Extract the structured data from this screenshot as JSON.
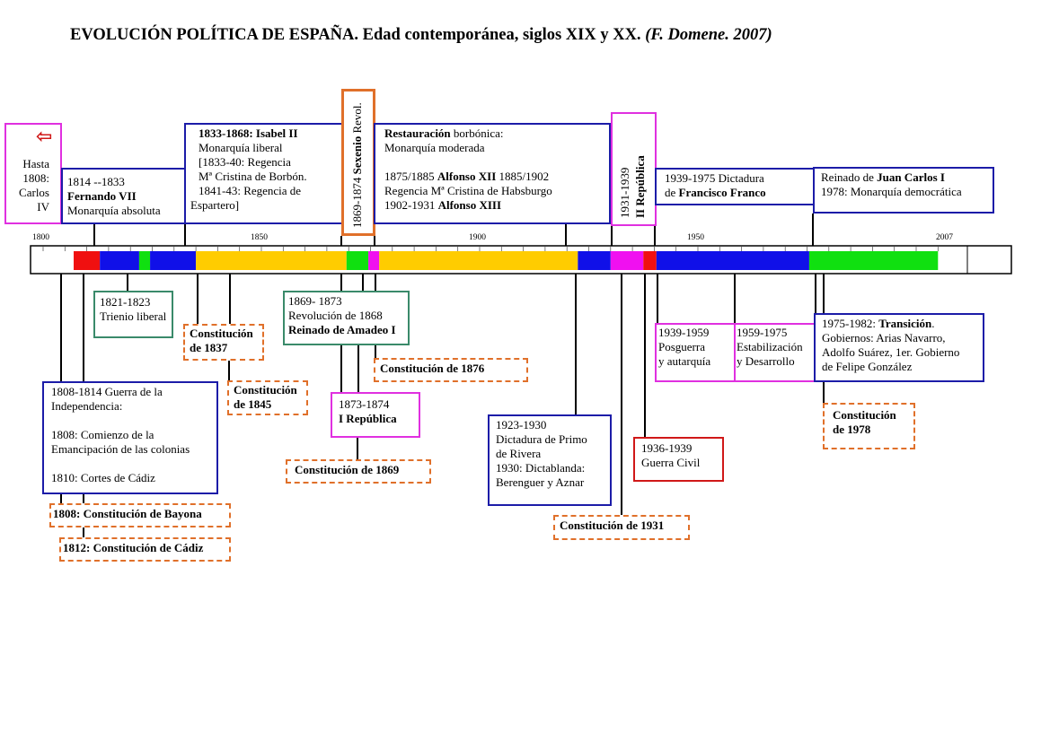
{
  "title": {
    "main": "EVOLUCIÓN POLÍTICA DE ESPAÑA. Edad contemporánea, siglos XIX y XX.",
    "credit": "(F. Domene. 2007)"
  },
  "axis": {
    "ticks": [
      {
        "label": "1800",
        "year": 1800
      },
      {
        "label": "1850",
        "year": 1850
      },
      {
        "label": "1900",
        "year": 1900
      },
      {
        "label": "1950",
        "year": 1950
      },
      {
        "label": "2007",
        "year": 2007
      }
    ]
  },
  "bar_segments": [
    {
      "from": 1807,
      "to": 1813,
      "color": "#f01010"
    },
    {
      "from": 1813,
      "to": 1822,
      "color": "#1010e8"
    },
    {
      "from": 1822,
      "to": 1824.5,
      "color": "#10e010"
    },
    {
      "from": 1824.5,
      "to": 1835,
      "color": "#1010e8"
    },
    {
      "from": 1835,
      "to": 1869.5,
      "color": "#ffcc00"
    },
    {
      "from": 1869.5,
      "to": 1874.5,
      "color": "#10e010"
    },
    {
      "from": 1874.5,
      "to": 1877,
      "color": "#f010f0"
    },
    {
      "from": 1877,
      "to": 1922.5,
      "color": "#ffcc00"
    },
    {
      "from": 1922.5,
      "to": 1930,
      "color": "#1010e8"
    },
    {
      "from": 1930,
      "to": 1937.5,
      "color": "#f010f0"
    },
    {
      "from": 1937.5,
      "to": 1940.5,
      "color": "#f01010"
    },
    {
      "from": 1940.5,
      "to": 1975.5,
      "color": "#1010e8"
    },
    {
      "from": 1975.5,
      "to": 2005,
      "color": "#10e010"
    }
  ],
  "icons": {
    "back_arrow": "⇦"
  },
  "upper": {
    "carlos": [
      "Hasta",
      "1808:",
      "Carlos",
      "IV"
    ],
    "fernando": [
      "1814 --1833",
      "Fernando VII",
      "Monarquía absoluta"
    ],
    "isabel": [
      "1833-1868: Isabel II",
      "Monarquía liberal",
      "[1833-40: Regencia",
      "Mª Cristina de Borbón.",
      "1841-43: Regencia de",
      "Espartero]"
    ],
    "sexenio": {
      "years": "1869-1874",
      "name": "Sexenio",
      "rest": "Revol."
    },
    "restauracion": {
      "l1a": "Restauración",
      "l1b": " borbónica:",
      "l2": " Monarquía moderada",
      "l3a": "1875/1885 ",
      "l3b": "Alfonso XII",
      "l3c": " 1885/1902",
      "l4": "Regencia Mª Cristina de Habsburgo",
      "l5a": "1902-1931 ",
      "l5b": "Alfonso XIII"
    },
    "republica2": {
      "years": "1931-1939",
      "name": "II República"
    },
    "franco": {
      "l1": "1939-1975 Dictadura",
      "l2a": " de ",
      "l2b": "Francisco Franco"
    },
    "juancarlos": {
      "l1a": "Reinado de  ",
      "l1b": "Juan Carlos I",
      "l2": "1978: Monarquía  democrática"
    }
  },
  "lower": {
    "trienio": [
      "1821-1823",
      "Trienio liberal"
    ],
    "const1837": [
      "Constitución",
      "de 1837"
    ],
    "const1845": [
      "Constitución",
      "de 1845"
    ],
    "sexenio": [
      "1869- 1873",
      "Revolución  de 1868",
      "Reinado de Amadeo I"
    ],
    "const1876": "Constitución de 1876",
    "republica1": [
      "1873-1874",
      "I República"
    ],
    "const1869": "Constitución de 1869",
    "independencia": [
      "1808-1814 Guerra de la",
      "Independencia:",
      "",
      "1808: Comienzo de la",
      "Emancipación de las colonias",
      "",
      "1810: Cortes de Cádiz"
    ],
    "bayona": "1808: Constitución de Bayona",
    "cadiz": "1812: Constitución de Cádiz",
    "primo": [
      "1923-1930",
      "Dictadura de Primo",
      "de Rivera",
      "1930: Dictablanda:",
      "Berenguer y Aznar"
    ],
    "const1931": "Constitución  de 1931",
    "guerracivil": [
      "1936-1939",
      "Guerra Civil"
    ],
    "posguerra": [
      "1939-1959",
      "Posguerra",
      " y autarquía"
    ],
    "estabilizacion": [
      "1959-1975",
      "Estabilización",
      "y Desarrollo"
    ],
    "transicion": {
      "l1a": "1975-1982: ",
      "l1b": "Transición",
      "l1c": ".",
      "l2": "Gobiernos: Arias Navarro,",
      "l3": "Adolfo Suárez, 1er. Gobierno",
      "l4": "de Felipe González"
    },
    "const1978": [
      "Constitución",
      " de 1978"
    ]
  }
}
